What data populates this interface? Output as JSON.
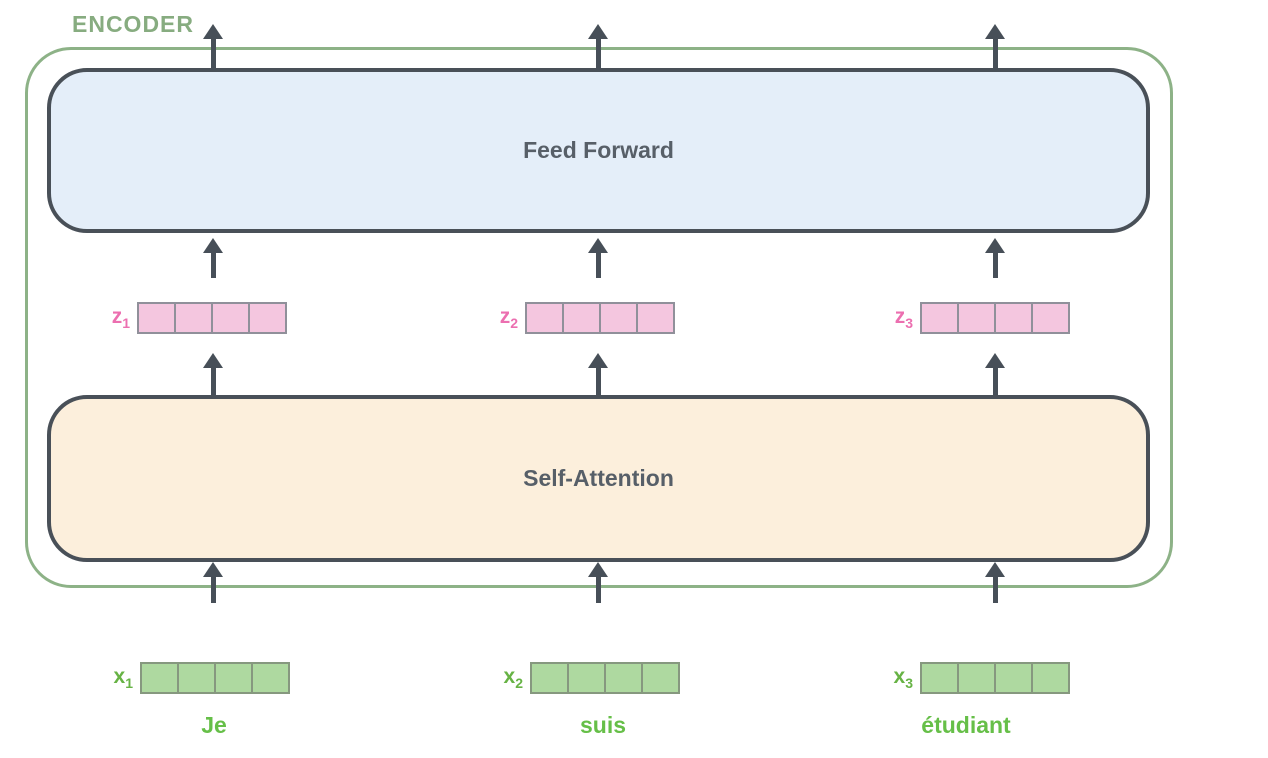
{
  "diagram": {
    "title": "ENCODER",
    "blocks": {
      "feed_forward": "Feed Forward",
      "self_attention": "Self-Attention"
    },
    "z_vectors": [
      {
        "base": "z",
        "sub": "1"
      },
      {
        "base": "z",
        "sub": "2"
      },
      {
        "base": "z",
        "sub": "3"
      }
    ],
    "x_vectors": [
      {
        "base": "x",
        "sub": "1",
        "word": "Je"
      },
      {
        "base": "x",
        "sub": "2",
        "word": "suis"
      },
      {
        "base": "x",
        "sub": "3",
        "word": "étudiant"
      }
    ],
    "cells_per_vector": 4,
    "colors": {
      "encoder_outline": "#8db287",
      "encoder_text": "#87ac80",
      "box_border": "#495058",
      "box_text": "#575f68",
      "feed_forward_fill": "#e4eef9",
      "self_attention_fill": "#fcefdc",
      "arrow": "#474f58",
      "z_label": "#ec6fb0",
      "z_cell_fill": "#f4c6df",
      "z_cell_border": "#90909a",
      "x_label": "#67b345",
      "x_cell_fill": "#aed9a0",
      "x_cell_border": "#86987f",
      "word_text": "#66bf48"
    }
  }
}
